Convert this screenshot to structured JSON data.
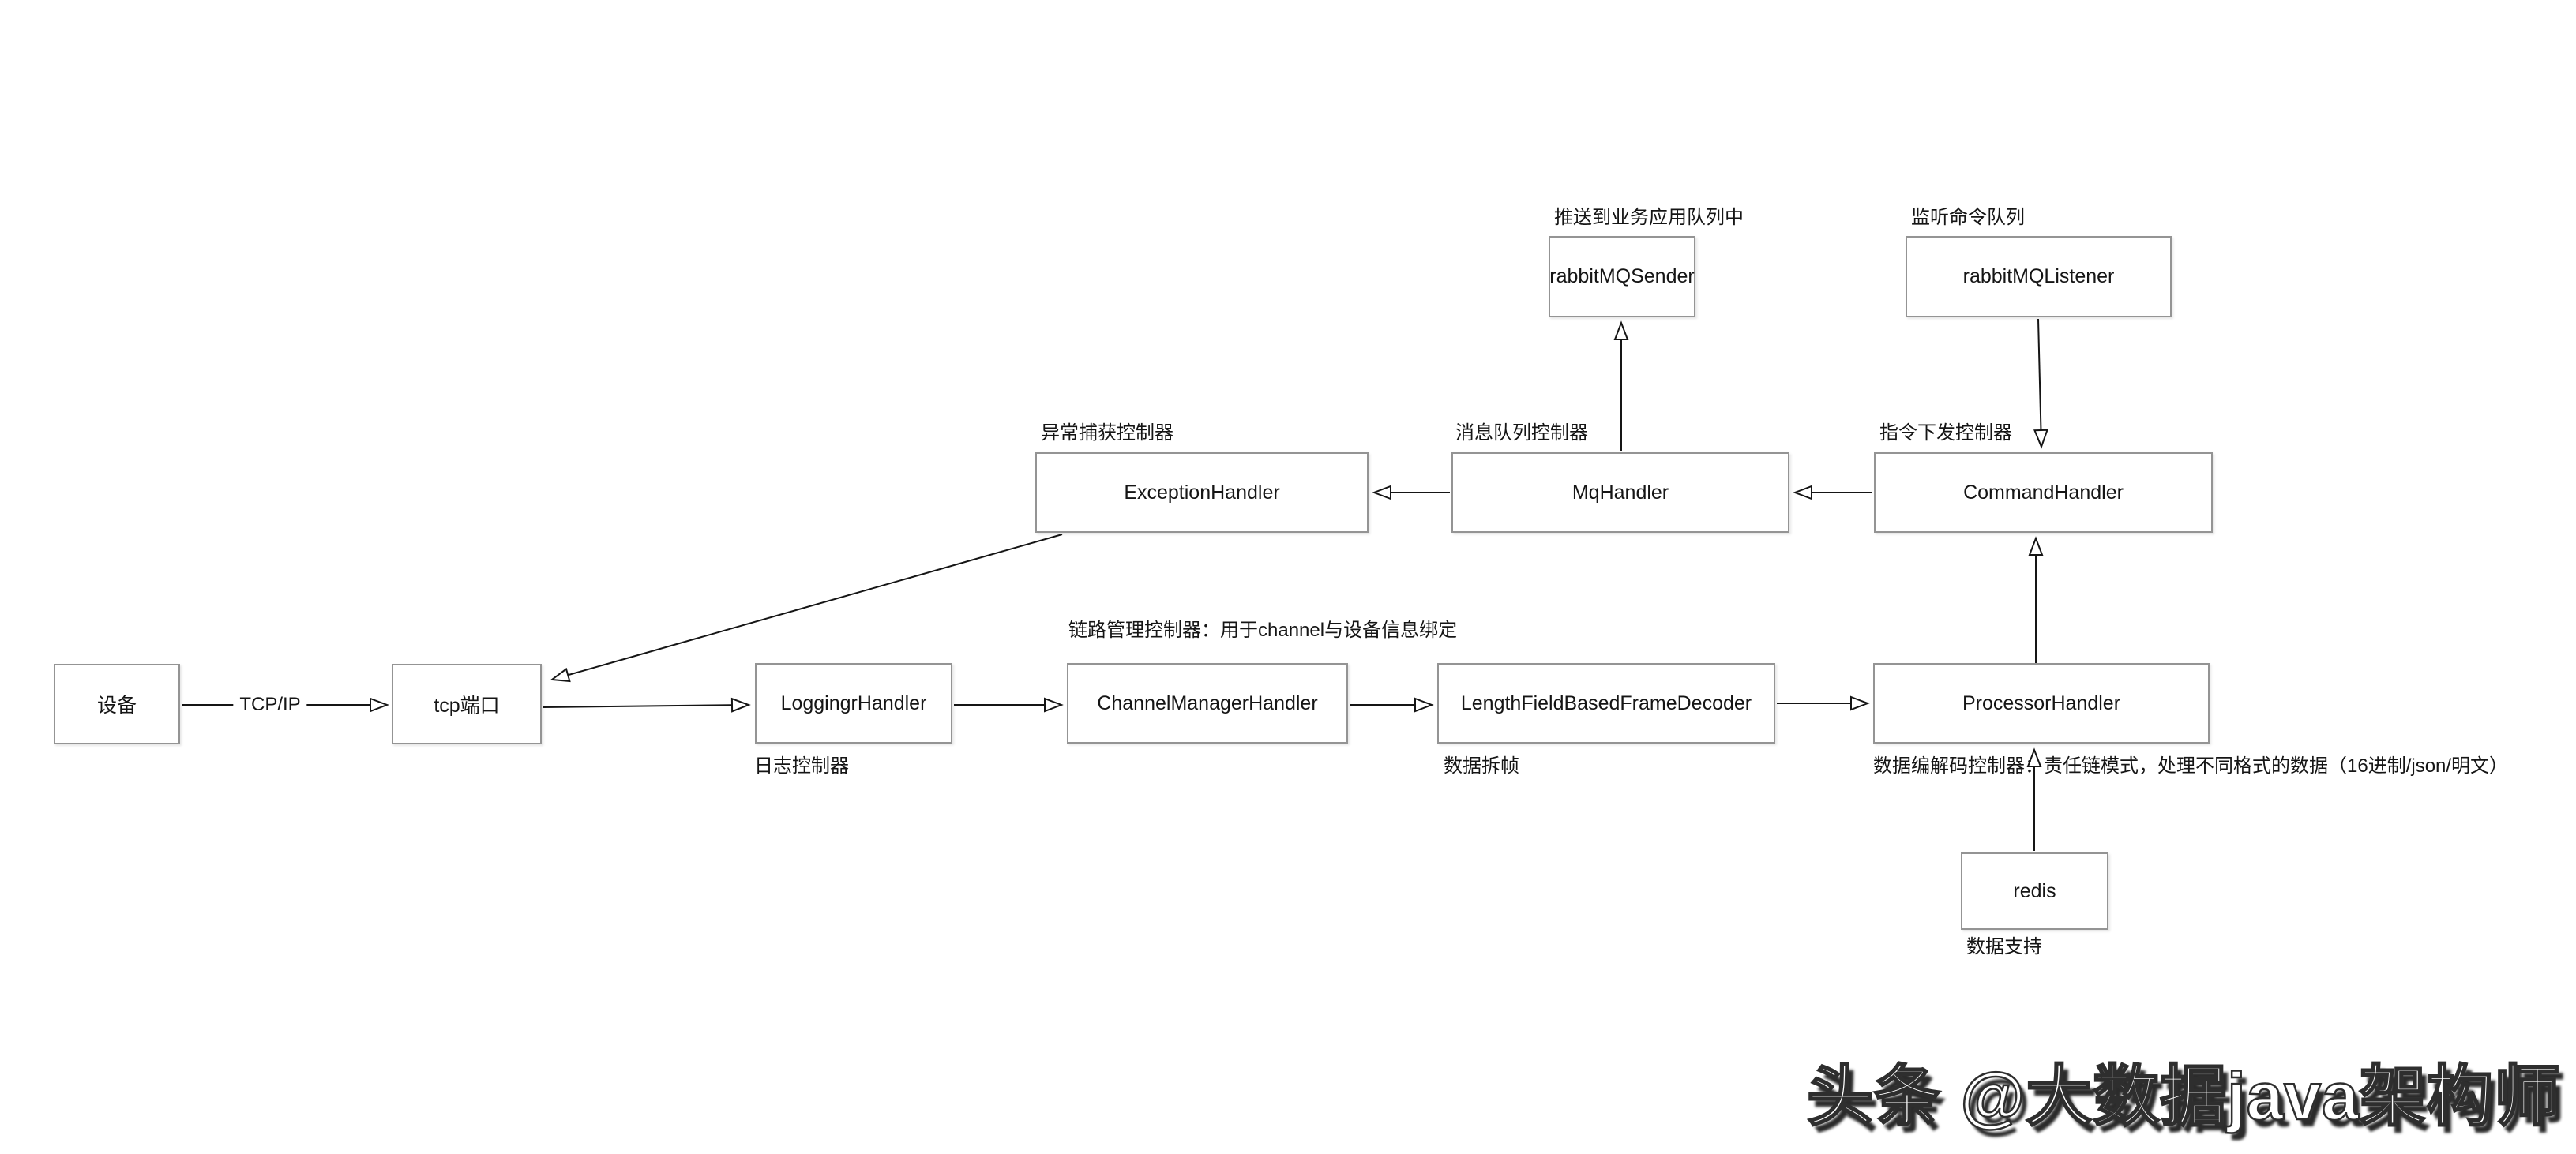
{
  "colors": {
    "background": "#ffffff",
    "box_border": "#949494",
    "line": "#151515",
    "text": "#151515",
    "watermark_fill": "#ffffff",
    "watermark_shadow": "#2b2b2b"
  },
  "nodes": {
    "device": "设备",
    "tcp_port": "tcp端口",
    "logging_handler": "LoggingrHandler",
    "channel_manager_handler": "ChannelManagerHandler",
    "length_field_decoder": "LengthFieldBasedFrameDecoder",
    "processor_handler": "ProcessorHandler",
    "exception_handler": "ExceptionHandler",
    "mq_handler": "MqHandler",
    "command_handler": "CommandHandler",
    "rabbitmq_sender": "rabbitMQSender",
    "rabbitmq_listener": "rabbitMQListener",
    "redis": "redis"
  },
  "labels": {
    "push_to_business_queue": "推送到业务应用队列中",
    "listen_command_queue": "监听命令队列",
    "exception_controller": "异常捕获控制器",
    "message_queue_controller": "消息队列控制器",
    "command_controller": "指令下发控制器",
    "link_manager_controller": "链路管理控制器：用于channel与设备信息绑定",
    "log_controller": "日志控制器",
    "frame_split": "数据拆帧",
    "codec_controller": "数据编解码控制器：责任链模式，处理不同格式的数据（16进制/json/明文）",
    "data_support": "数据支持",
    "tcp_ip": "TCP/IP"
  },
  "edges": [
    {
      "from": "device",
      "to": "tcp_port",
      "label": "TCP/IP"
    },
    {
      "from": "tcp_port",
      "to": "logging_handler"
    },
    {
      "from": "logging_handler",
      "to": "channel_manager_handler"
    },
    {
      "from": "channel_manager_handler",
      "to": "length_field_decoder"
    },
    {
      "from": "length_field_decoder",
      "to": "processor_handler"
    },
    {
      "from": "processor_handler",
      "to": "command_handler"
    },
    {
      "from": "command_handler",
      "to": "mq_handler"
    },
    {
      "from": "mq_handler",
      "to": "exception_handler"
    },
    {
      "from": "mq_handler",
      "to": "rabbitmq_sender"
    },
    {
      "from": "rabbitmq_listener",
      "to": "command_handler"
    },
    {
      "from": "exception_handler",
      "to": "tcp_port"
    },
    {
      "from": "redis",
      "to": "processor_handler"
    }
  ],
  "watermark": "头条 @大数据java架构师"
}
